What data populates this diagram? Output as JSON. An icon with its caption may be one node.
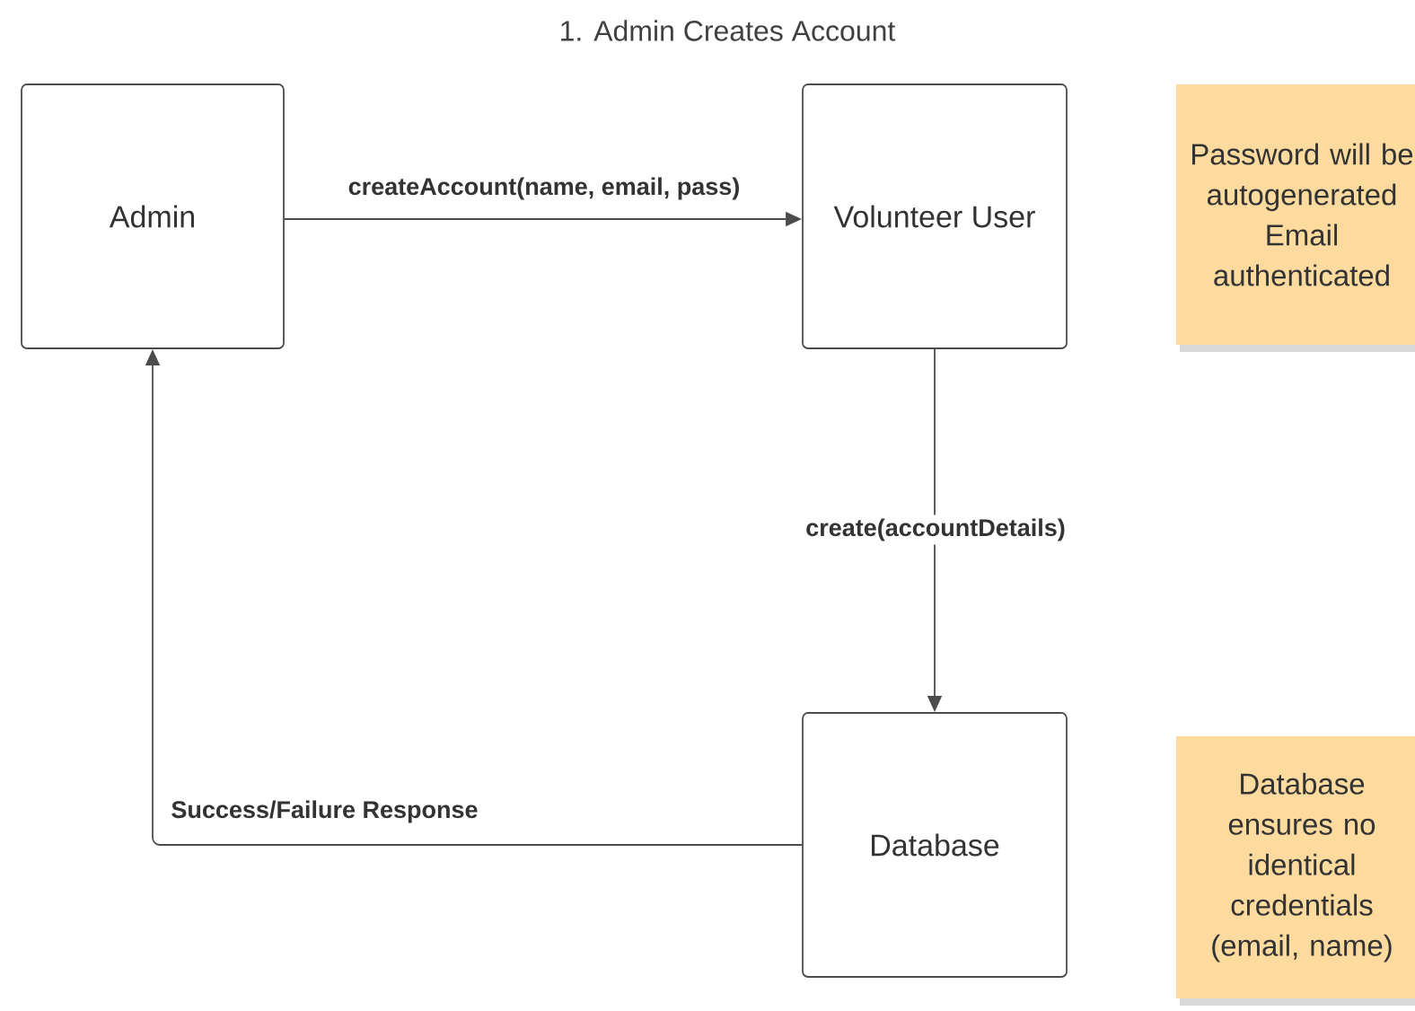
{
  "diagram": {
    "title": "1. Admin Creates Account",
    "nodes": [
      {
        "text": [
          "Admin"
        ]
      },
      {
        "text": [
          "Volunteer User"
        ]
      },
      {
        "text": [
          "Database"
        ]
      },
      {
        "text": [
          "Password will be autogenerated Email authenticated"
        ]
      },
      {
        "text": [
          "Database ensures no identical credentials (email, name)"
        ]
      }
    ],
    "edges": [
      {
        "from": 0,
        "to": 1,
        "arrow": "to",
        "label": "createAccount(name, email, pass)"
      },
      {
        "from": 1,
        "to": 2,
        "arrow": "to",
        "label": "create(accountDetails)"
      },
      {
        "from": 2,
        "to": 0,
        "arrow": "to",
        "label": "Success/Failure Response"
      }
    ]
  }
}
